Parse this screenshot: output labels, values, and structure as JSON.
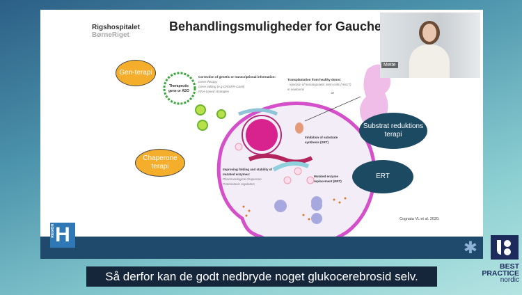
{
  "slide": {
    "logo_line1": "Rigshospitalet",
    "logo_line2": "BørneRiget",
    "title": "Behandlingsmuligheder for Gaucher",
    "gene_circle_label": "Therapeutic gene or ASO",
    "correction_heading": "Correction of genetic or transcriptional information:",
    "correction_items": [
      "Gene therapy",
      "Gene editing (e.g CRISPR-Cas9)",
      "RNA-based strategies"
    ],
    "transplant_heading": "Transplantation from healthy donor:",
    "transplant_text": "- Injection of hematopoietic stem cells (HSCT) in newborns",
    "or_label": "or",
    "srt_label": "Inhibition of substrate synthesis (SRT)",
    "folding_heading": "Improving folding and stability of mutated enzymes:",
    "folding_items": [
      "Pharmacological chaperone",
      "Proteostasis regulators"
    ],
    "ert_text": "Mutated enzyme replacement (ERT)",
    "bubbles": {
      "gene": "Gen-terapi",
      "chaperone": "Chaperone terapi",
      "substrate": "Substrat reduktions terapi",
      "ert": "ERT"
    },
    "citation": "Cognata VL et al. 2020.",
    "region_logo": "H",
    "region_text": "REGION"
  },
  "webcam": {
    "name": "Mette"
  },
  "subtitle": "Så derfor kan de godt nedbryde noget glukocerebrosid selv.",
  "brand": {
    "line1": "BEST",
    "line2": "PRACTICE",
    "line3": "nordic"
  },
  "colors": {
    "slide_band": "#1f4a6b",
    "bubble_yellow": "#f5ad2c",
    "bubble_dark": "#1d4a63",
    "cell_membrane": "#d44fc9",
    "brand": "#1c2a5c"
  }
}
